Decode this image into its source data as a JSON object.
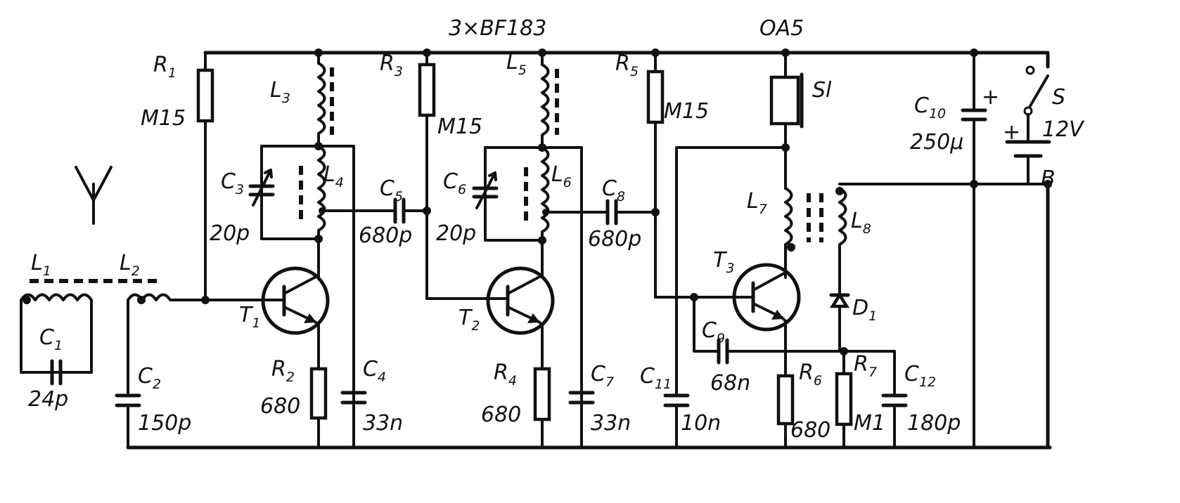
{
  "title": "3×BF183",
  "detector_label": "OA5",
  "components": {
    "R1": {
      "sym": "R",
      "idx": "1",
      "value": "M15"
    },
    "R2": {
      "sym": "R",
      "idx": "2",
      "value": "680"
    },
    "R3": {
      "sym": "R",
      "idx": "3",
      "value": "M15"
    },
    "R4": {
      "sym": "R",
      "idx": "4",
      "value": "680"
    },
    "R5": {
      "sym": "R",
      "idx": "5",
      "value": "M15"
    },
    "R6": {
      "sym": "R",
      "idx": "6",
      "value": "680"
    },
    "R7": {
      "sym": "R",
      "idx": "7",
      "value": "M1"
    },
    "C1": {
      "sym": "C",
      "idx": "1",
      "value": "24p"
    },
    "C2": {
      "sym": "C",
      "idx": "2",
      "value": "150p"
    },
    "C3": {
      "sym": "C",
      "idx": "3",
      "value": "20p"
    },
    "C4": {
      "sym": "C",
      "idx": "4",
      "value": "33n"
    },
    "C5": {
      "sym": "C",
      "idx": "5",
      "value": "680p"
    },
    "C6": {
      "sym": "C",
      "idx": "6",
      "value": "20p"
    },
    "C7": {
      "sym": "C",
      "idx": "7",
      "value": "33n"
    },
    "C8": {
      "sym": "C",
      "idx": "8",
      "value": "680p"
    },
    "C9": {
      "sym": "C",
      "idx": "9",
      "value": "68n"
    },
    "C10": {
      "sym": "C",
      "idx": "10",
      "value": "250μ"
    },
    "C11": {
      "sym": "C",
      "idx": "11",
      "value": "10n"
    },
    "C12": {
      "sym": "C",
      "idx": "12",
      "value": "180p"
    },
    "L1": {
      "sym": "L",
      "idx": "1"
    },
    "L2": {
      "sym": "L",
      "idx": "2"
    },
    "L3": {
      "sym": "L",
      "idx": "3"
    },
    "L4": {
      "sym": "L",
      "idx": "4"
    },
    "L5": {
      "sym": "L",
      "idx": "5"
    },
    "L6": {
      "sym": "L",
      "idx": "6"
    },
    "L7": {
      "sym": "L",
      "idx": "7"
    },
    "L8": {
      "sym": "L",
      "idx": "8"
    },
    "T1": {
      "sym": "T",
      "idx": "1"
    },
    "T2": {
      "sym": "T",
      "idx": "2"
    },
    "T3": {
      "sym": "T",
      "idx": "3"
    },
    "D1": {
      "sym": "D",
      "idx": "1"
    },
    "S": {
      "sym": "S"
    },
    "B": {
      "sym": "B",
      "value": "12V"
    },
    "Sl": {
      "sym": "Sl"
    },
    "C10_plus": "+",
    "B_plus": "+"
  }
}
